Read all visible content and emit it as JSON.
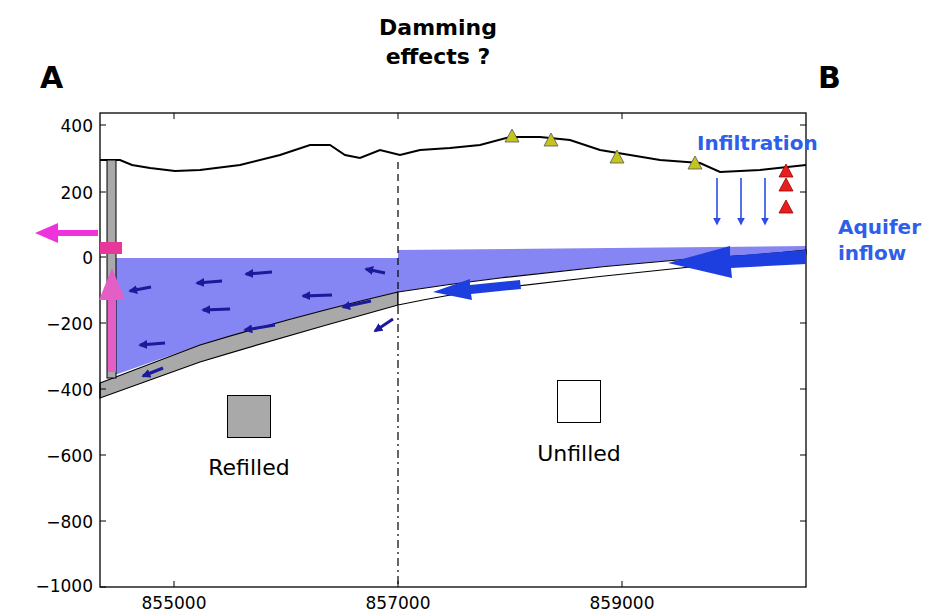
{
  "diagram": {
    "labels": [
      "A",
      "Damming effects ?",
      "B",
      "Infiltration",
      "Aquifer inflow",
      "400",
      "200",
      "0",
      "−200",
      "−400",
      "−600",
      "−800",
      "−1000",
      "855000",
      "857000",
      "859000"
    ],
    "legend": [
      {
        "text": "Refilled",
        "color": "#a9a9a9"
      },
      {
        "text": "Unfilled",
        "color": "#ffffff"
      }
    ]
  }
}
